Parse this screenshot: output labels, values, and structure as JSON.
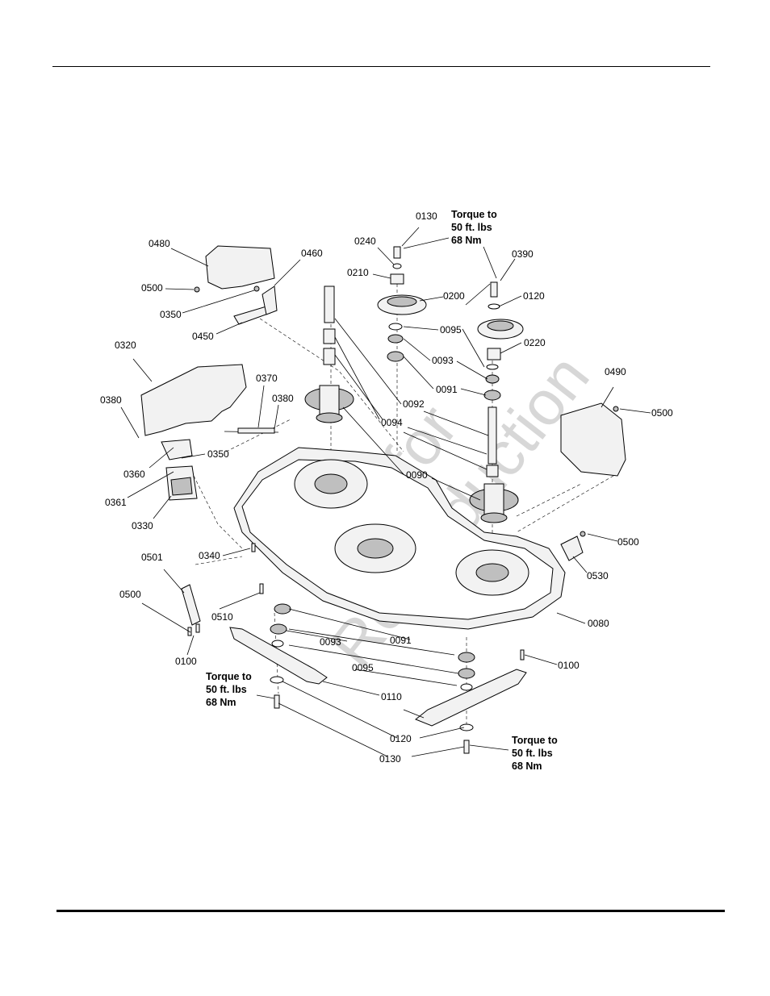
{
  "watermark": {
    "line1": "Not for",
    "line2": "Reproduction"
  },
  "torque_notes": [
    {
      "line1": "Torque to",
      "line2": "50 ft. lbs",
      "line3": "68 Nm"
    },
    {
      "line1": "Torque to",
      "line2": "50 ft. lbs",
      "line3": "68 Nm"
    },
    {
      "line1": "Torque to",
      "line2": "50 ft. lbs",
      "line3": "68 Nm"
    }
  ],
  "labels": {
    "p0130a": "0130",
    "p0240": "0240",
    "p0210": "0210",
    "p0200": "0200",
    "p0095a": "0095",
    "p0093a": "0093",
    "p0091a": "0091",
    "p0092": "0092",
    "p0094": "0094",
    "p0090": "0090",
    "p0390": "0390",
    "p0120a": "0120",
    "p0220": "0220",
    "p0490": "0490",
    "p0500a": "0500",
    "p0480": "0480",
    "p0500b": "0500",
    "p0350a": "0350",
    "p0460": "0460",
    "p0450": "0450",
    "p0320": "0320",
    "p0370": "0370",
    "p0380a": "0380",
    "p0380b": "0380",
    "p0360": "0360",
    "p0350b": "0350",
    "p0361": "0361",
    "p0330": "0330",
    "p0340": "0340",
    "p0501": "0501",
    "p0500c": "0500",
    "p0510": "0510",
    "p0100a": "0100",
    "p0500d": "0500",
    "p0530": "0530",
    "p0080": "0080",
    "p0100b": "0100",
    "p0093b": "0093",
    "p0091b": "0091",
    "p0095b": "0095",
    "p0110": "0110",
    "p0120b": "0120",
    "p0130b": "0130"
  }
}
